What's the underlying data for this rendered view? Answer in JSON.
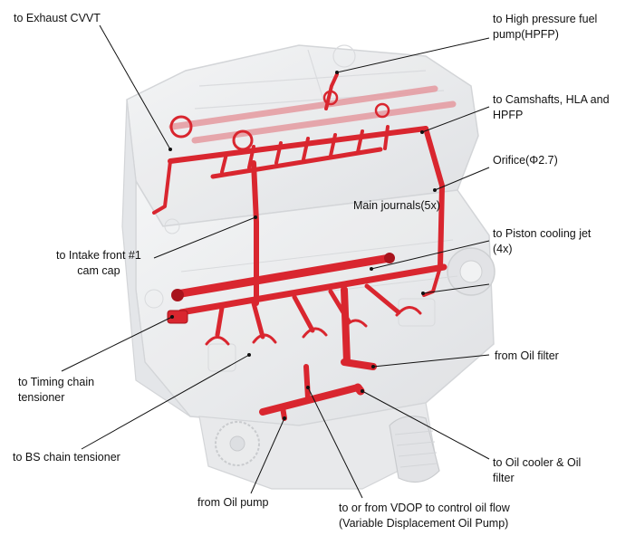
{
  "labels": {
    "exhaust_cvvt": "to Exhaust CVVT",
    "hpfp_line1": "to High pressure fuel",
    "hpfp_line2": "pump(HPFP)",
    "camshafts_line1": "to Camshafts, HLA and",
    "camshafts_line2": "HPFP",
    "orifice": "Orifice(Φ2.7)",
    "main_journals": "Main journals(5x)",
    "piston_line1": "to Piston cooling jet",
    "piston_line2": "(4x)",
    "intake_line1": "to Intake front #1",
    "intake_line2": "cam cap",
    "oil_filter": "from Oil filter",
    "timing_line1": "to Timing chain",
    "timing_line2": "tensioner",
    "bs_chain": "to BS chain tensioner",
    "oil_cooler_line1": "to Oil cooler & Oil",
    "oil_cooler_line2": "filter",
    "oil_pump": "from Oil pump",
    "vdop_line1": "to or from VDOP to control oil flow",
    "vdop_line2": "(Variable Displacement Oil Pump)"
  },
  "colors": {
    "oil_gallery": "#d9262f",
    "oil_gallery_dark": "#a8141d",
    "oil_gallery_faded": "#e59aa0",
    "engine_block": "#e9eaec",
    "engine_shadow": "#cfd1d4",
    "leader_line": "#111111"
  }
}
